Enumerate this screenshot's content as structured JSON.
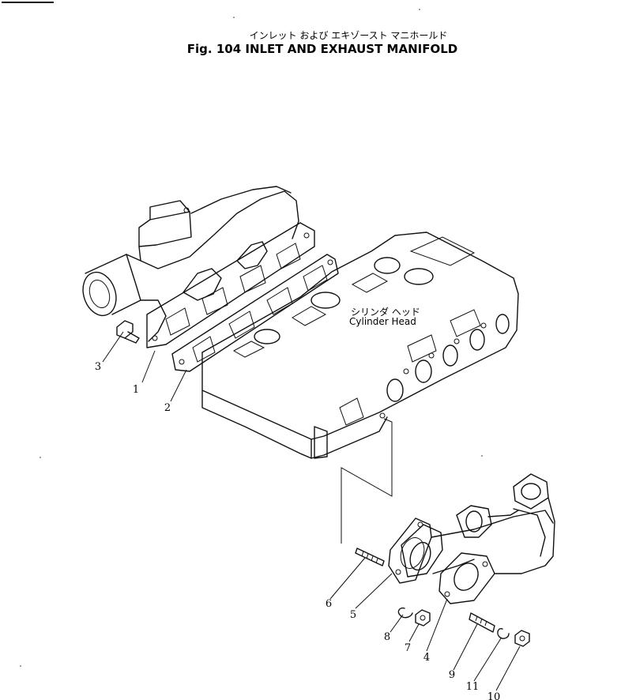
{
  "header": {
    "title_jp": "インレット および エキゾースト マニホールド",
    "title_en": "Fig. 104 INLET AND EXHAUST MANIFOLD"
  },
  "component_label": {
    "jp": "シリンダ ヘッド",
    "en": "Cylinder Head"
  },
  "callouts": [
    "1",
    "2",
    "3",
    "4",
    "5",
    "6",
    "7",
    "8",
    "9",
    "10",
    "11"
  ]
}
